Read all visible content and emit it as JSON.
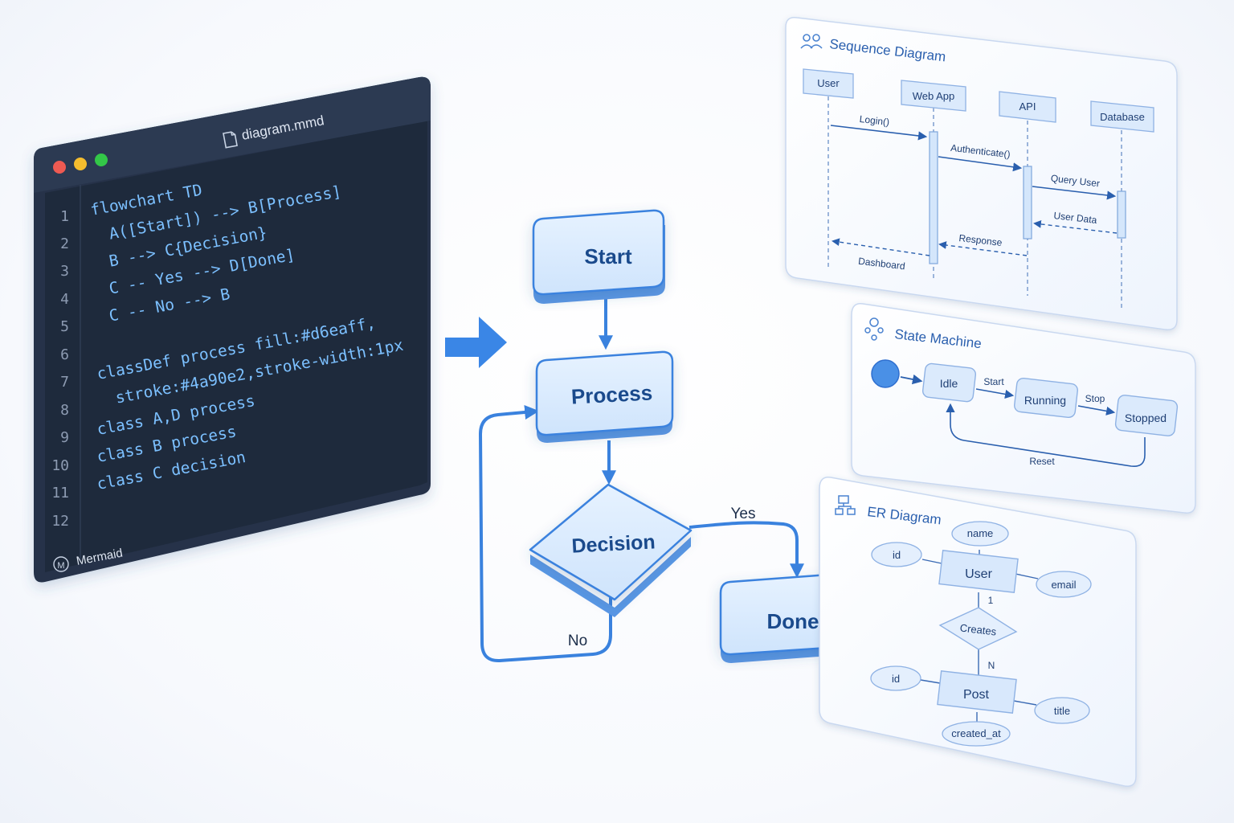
{
  "editor": {
    "filename": "diagram.mmd",
    "footer_label": "Mermaid",
    "footer_logo": "M",
    "line_numbers": [
      "1",
      "2",
      "3",
      "4",
      "5",
      "6",
      "7",
      "8",
      "9",
      "10",
      "11",
      "12"
    ],
    "code_lines": [
      "flowchart TD",
      "  A([Start]) --> B[Process]",
      "  B --> C{Decision}",
      "  C -- Yes --> D[Done]",
      "  C -- No --> B",
      "",
      "classDef process fill:#d6eaff,",
      "  stroke:#4a90e2,stroke-width:1px",
      "class A,D process",
      "class B process",
      "class C decision",
      ""
    ],
    "traffic_light_colors": [
      "#ee5a52",
      "#f5bd2e",
      "#33c748"
    ],
    "code_color": "#7cc0ff",
    "background_color": "#1e2a3c"
  },
  "flowchart": {
    "start_label": "Start",
    "process_label": "Process",
    "decision_label": "Decision",
    "done_label": "Done",
    "yes_label": "Yes",
    "no_label": "No",
    "accent_color": "#3f86e0",
    "node_fill": "#d6eaff"
  },
  "sequence_diagram": {
    "title": "Sequence Diagram",
    "participants": [
      "User",
      "Web App",
      "API",
      "Database"
    ],
    "messages": [
      "Login()",
      "Authenticate()",
      "Query User",
      "User Data",
      "Response",
      "Dashboard"
    ]
  },
  "state_machine": {
    "title": "State Machine",
    "states": [
      "Idle",
      "Running",
      "Stopped"
    ],
    "transitions": [
      "Start",
      "Stop",
      "Reset"
    ]
  },
  "er_diagram": {
    "title": "ER Diagram",
    "entities": [
      "User",
      "Post"
    ],
    "relationship": "Creates",
    "cardinality_one": "1",
    "cardinality_many": "N",
    "user_attributes": [
      "name",
      "id",
      "email"
    ],
    "post_attributes": [
      "id",
      "title",
      "created_at"
    ]
  }
}
